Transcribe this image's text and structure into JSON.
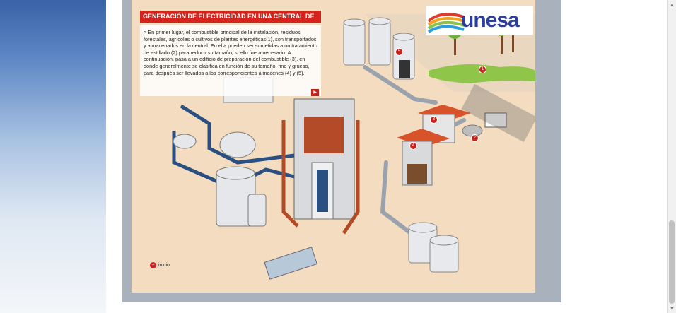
{
  "panel": {
    "title": "GENERACIÓN DE ELECTRICIDAD EN UNA CENTRAL DE BIOMASA",
    "description": "> En primer lugar, el combustible principal de la instalación, residuos forestales, agrícolas o cultivos de plantas energéticas(1), son transportados y almacenados en la central. En ella pueden ser sometidas a un tratamiento de astillado (2) para reducir su tamaño, si ello fuera necesario. A continuación, pasa a un edificio de preparación del combustible (3), en donde generalmente se clasifica en función de su tamaño, fino y grueso, para después ser llevados a los correspondientes almacenes (4) y (5).",
    "next_icon": "play-icon"
  },
  "logo": {
    "text": "unesa"
  },
  "nav": {
    "home_label": "inicio",
    "home_icon": "plus-icon"
  },
  "markers": [
    "1",
    "2",
    "3",
    "4",
    "5"
  ],
  "colors": {
    "title_bg": "#d6241d",
    "logo_text": "#2b3e9e",
    "pipe_blue": "#2a4f82",
    "pipe_red": "#b24a26",
    "roof": "#d8522a"
  }
}
